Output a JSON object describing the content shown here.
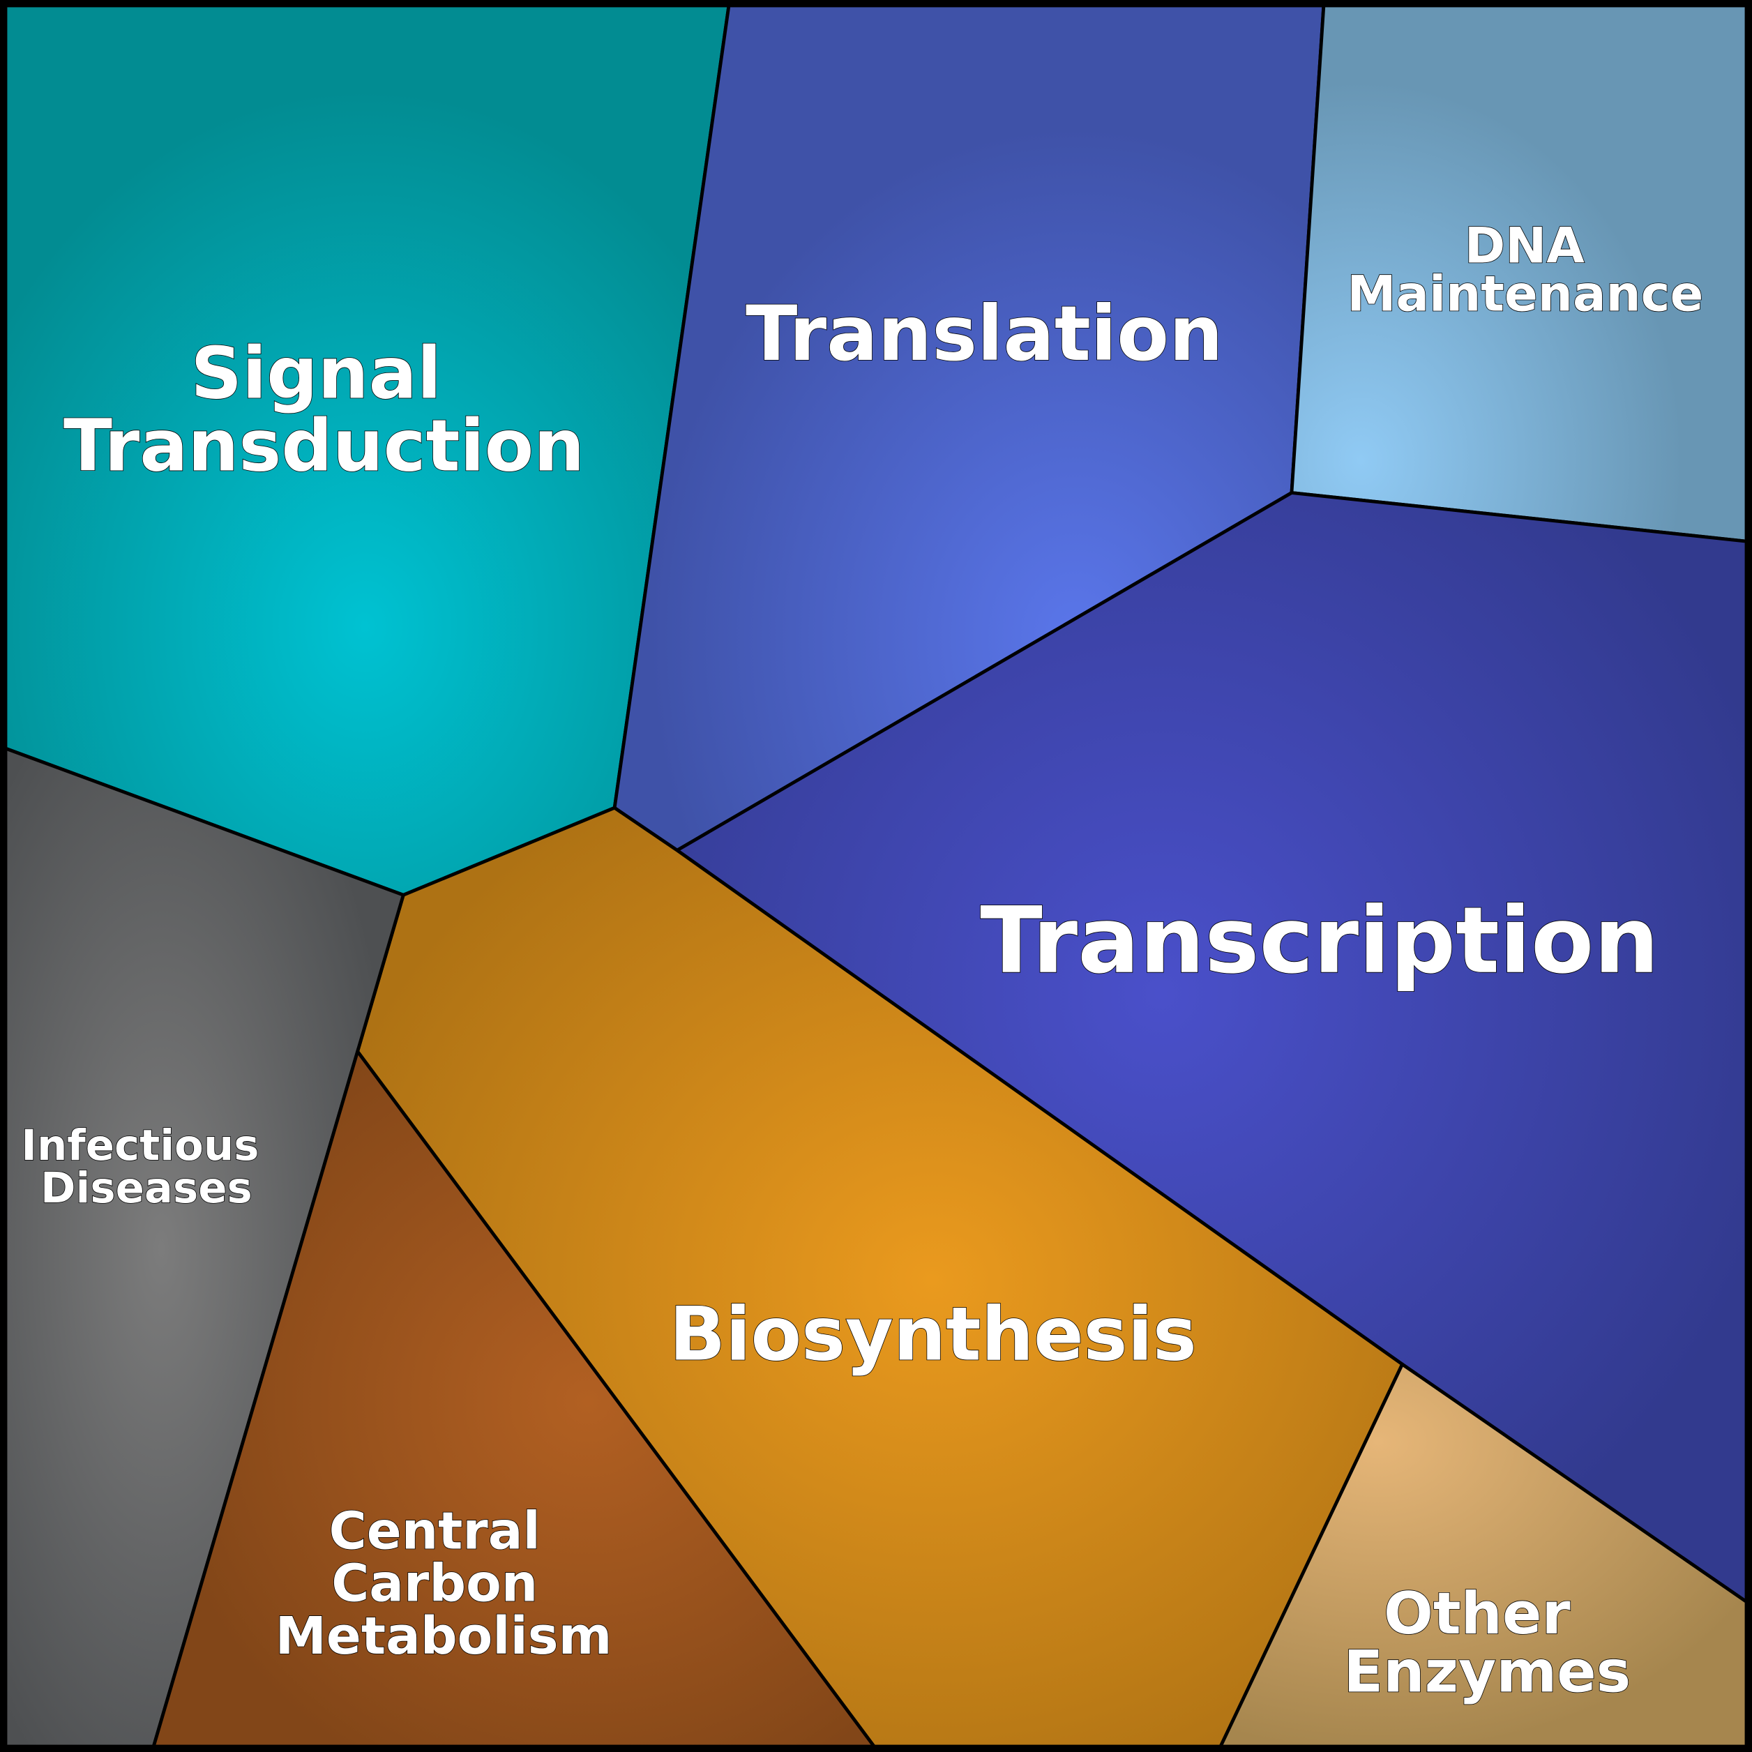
{
  "title": "Voronoi treemap of functional categories",
  "categories": [
    {
      "name": "Signal Transduction",
      "lines": [
        "Signal",
        "Transduction"
      ],
      "color": "#03a3ab"
    },
    {
      "name": "Translation",
      "lines": [
        "Translation"
      ],
      "color": "#4a5fc8"
    },
    {
      "name": "DNA Maintenance",
      "lines": [
        "DNA",
        "Maintenance"
      ],
      "color": "#7eb0d8"
    },
    {
      "name": "Transcription",
      "lines": [
        "Transcription"
      ],
      "color": "#3f45ae"
    },
    {
      "name": "Biosynthesis",
      "lines": [
        "Biosynthesis"
      ],
      "color": "#cc861a"
    },
    {
      "name": "Infectious Diseases",
      "lines": [
        "Infectious",
        "Diseases"
      ],
      "color": "#646566"
    },
    {
      "name": "Central Carbon Metabolism",
      "lines": [
        "Central",
        "Carbon",
        "Metabolism"
      ],
      "color": "#9a521e"
    },
    {
      "name": "Other Enzymes",
      "lines": [
        "Other",
        "Enzymes"
      ],
      "color": "#c6a068"
    }
  ]
}
